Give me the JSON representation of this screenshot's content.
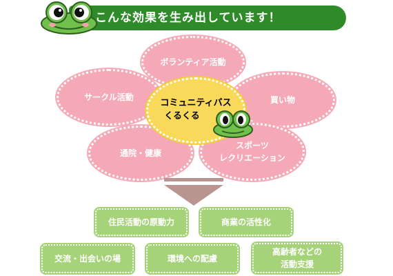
{
  "header": {
    "title": "こんな効果を生み出しています！"
  },
  "petals": {
    "top": "ボランティア活動",
    "left": "サークル活動",
    "right": "買い物",
    "bottom_left": "通院・健康",
    "bottom_right_line1": "スポーツ",
    "bottom_right_line2": "レクリエーション"
  },
  "center": {
    "line1": "コミュニティバス",
    "line2": "くるくる"
  },
  "effects": {
    "row1": [
      "住民活動の原動力",
      "商業の活性化"
    ],
    "row2": [
      "交流・出会いの場",
      "環境への配慮"
    ],
    "row2_last_line1": "高齢者などの",
    "row2_last_line2": "活動支援"
  },
  "colors": {
    "banner": "#2f8a2a",
    "petal": "#f5a9b7",
    "center": "#f8d95a",
    "effect_box": "#a6d37a",
    "arrow": "#b99591",
    "frog": "#6fc14b"
  },
  "icons": [
    "frog-mascot-icon",
    "frog-peek-icon",
    "down-arrow-icon"
  ]
}
